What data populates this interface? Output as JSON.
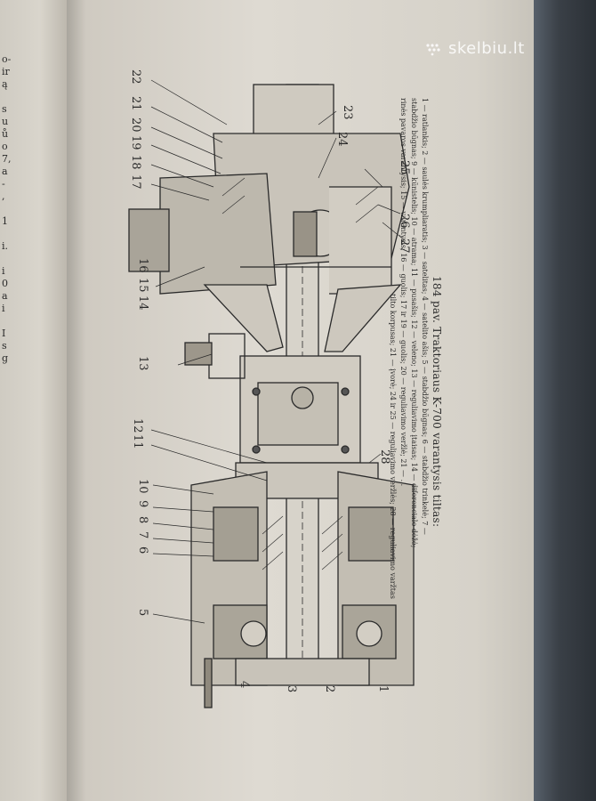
{
  "watermark": {
    "text": "skelbiu.lt"
  },
  "left_page": {
    "fragment_lines": "o-\nir\ną\n\ns\nu\nů\no\n7,\na\n-\n,\n\n1\n\ni.\n\ni\n0\na\ni\n\nI\ns\ng"
  },
  "figure": {
    "callout_numbers": [
      "1",
      "2",
      "3",
      "4",
      "5",
      "6",
      "7",
      "8",
      "9",
      "10",
      "11",
      "12",
      "13",
      "14",
      "15",
      "16",
      "17",
      "18",
      "19",
      "20",
      "21",
      "22",
      "23",
      "24",
      "25",
      "26",
      "27",
      "28"
    ],
    "caption_title": "184 pav. Traktoriaus K-700 varantysis tiltas:",
    "caption_body_1": "1 — ratlankis; 2 — saulės krumpliaratis; 3 — satelitas; 4 — satelito ašis; 5 — stabdžio būgnas; 6 — stabdžio trinkelė; 7 —",
    "caption_body_2": "stabdžio būgnas; 9 — kūnistelis; 10 — atrama; 11 — pusašis; 12 — veleno; 13 — reguliavimo įtaisas; 14 — diferencialo dėžė;",
    "caption_body_3": "rinės pavaros varantysis; 15 — varantysis; 16 — guolis; 17 ir 19 — guolis; 20 — reguliavimo veržlė; 21 — ...",
    "caption_body_4": "tilto korpusas; 21 — įvorė; 24 ir 25 — reguliavimo veržlės; 28 — reguliavimo varžtas"
  }
}
